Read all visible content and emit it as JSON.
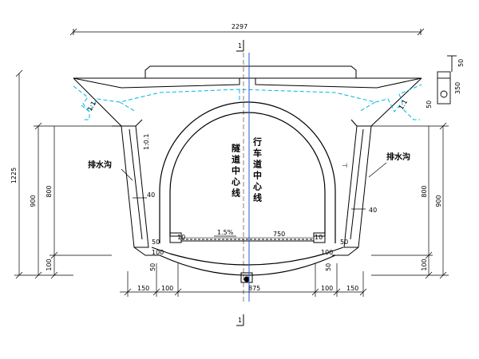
{
  "dimensions": {
    "total_width": "2297",
    "total_height": "1225",
    "left_height": "900",
    "left_inner": "800",
    "left_base": "100",
    "right_height": "900",
    "right_inner": "800",
    "right_base": "100",
    "bottom_left_outer": "150",
    "bottom_left_inner": "100",
    "bottom_center": "875",
    "bottom_right_inner": "100",
    "bottom_right_outer": "150",
    "road_width": "750",
    "gutter_left": "50",
    "gutter_right": "50",
    "wall_left": "40",
    "wall_right": "40",
    "box_right_height": "350",
    "box_right_top": "50",
    "box_right_side": "50"
  },
  "labels": {
    "drain_left": "排水沟",
    "drain_right": "排水沟",
    "tunnel_centerline": "隧道中心线",
    "lane_centerline": "行车道中心线",
    "slope_1_1_left": "1:1",
    "slope_1_1_right": "1:1",
    "slope_01": "1:0.1",
    "crossfall": "1.5%",
    "section_mark": "1",
    "label_100_left": "100",
    "label_100_right": "100",
    "label_10_left": "10",
    "label_10_right": "10",
    "label_50_left_low": "50",
    "label_50_right_low": "50"
  }
}
